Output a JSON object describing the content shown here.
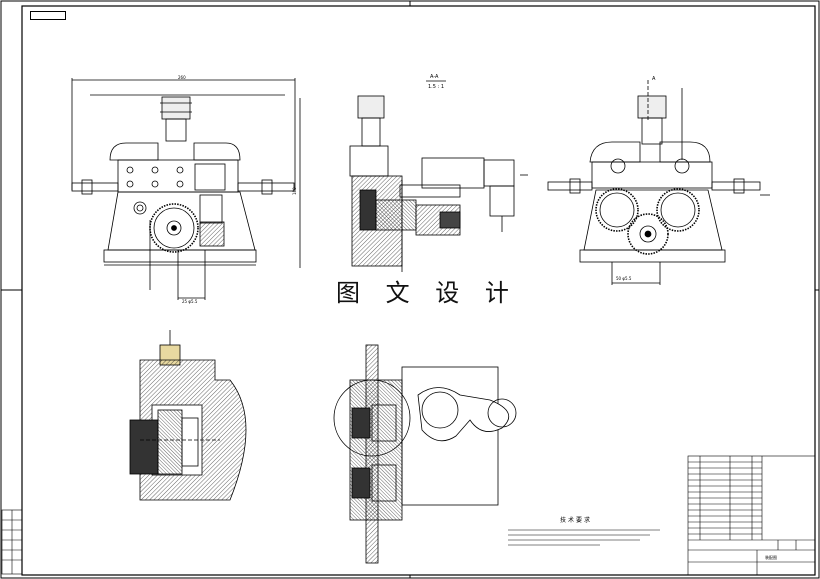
{
  "sheet": {
    "watermark": "图 文 设 计",
    "corner_tag": "",
    "section_label": "A-A",
    "section_scale": "1.5 : 1",
    "view_label_a": "A",
    "tech_notes_title": "技术要求",
    "title_block_name": "装配图"
  },
  "colors": {
    "line": "#000000",
    "paper": "#ffffff",
    "hatch": "#222222"
  },
  "icons": [
    "gear-icon",
    "section-arrow-icon",
    "balloon-leader-icon"
  ]
}
